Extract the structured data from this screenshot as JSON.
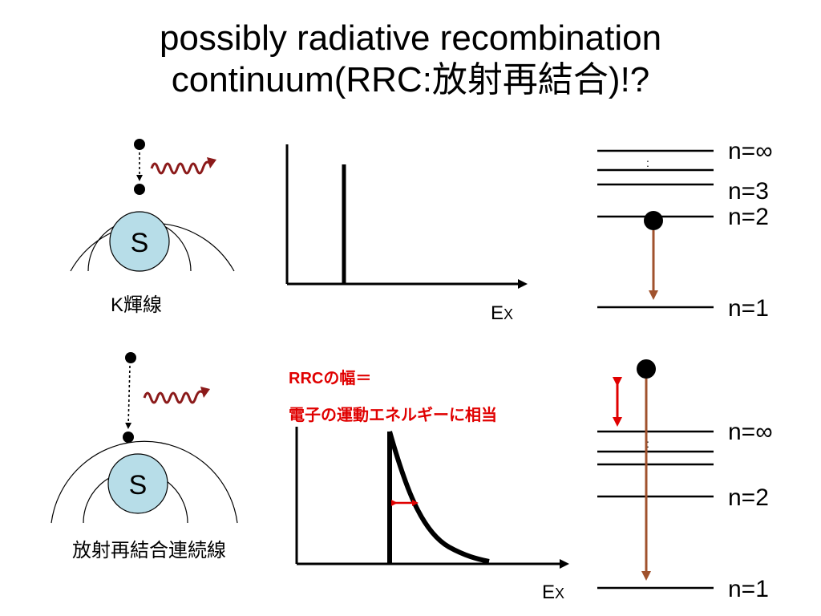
{
  "title": {
    "line1": "possibly radiative recombination",
    "line2": "continuum(RRC:放射再結合)!?"
  },
  "top_panel": {
    "nucleus_label": "S",
    "caption": "K輝線",
    "axis_label_main": "E",
    "axis_label_sub": "X",
    "levels": [
      "n=∞",
      "n=3",
      "n=2",
      "n=1"
    ],
    "level_dots": ":"
  },
  "bottom_panel": {
    "nucleus_label": "S",
    "caption": "放射再結合連続線",
    "axis_label_main": "E",
    "axis_label_sub": "X",
    "annotation_line1": "RRCの幅＝",
    "annotation_line2": "電子の運動エネルギーに相当",
    "levels": [
      "n=∞",
      "n=2",
      "n=1"
    ],
    "level_dots": ":"
  },
  "colors": {
    "nucleus_fill": "#b7dde8",
    "photon_wave": "#8b1a1a",
    "transition_arrow": "#a0522d",
    "annotation": "#e00000"
  }
}
